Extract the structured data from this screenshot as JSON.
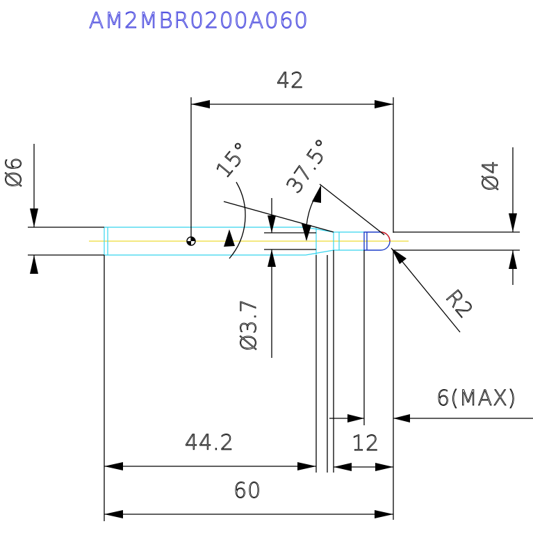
{
  "title": "AM2MBR0200A060",
  "dimensions": {
    "overall_length": "60",
    "shank_length": "44.2",
    "reference_length": "42",
    "reach_length": "12",
    "max_length": "6(MAX)",
    "shank_diameter": "Ø6",
    "neck_diameter": "Ø3.7",
    "ball_diameter": "Ø4",
    "radius": "R2",
    "angle_small": "15°",
    "angle_large": "37.5°"
  },
  "colors": {
    "part_outline": "#35d4ee",
    "centerline": "#e8d200",
    "tip_outline": "#1a3cc8",
    "tip_accent": "#d81b1b",
    "title": "#3b3bdc",
    "dimension": "#000000"
  }
}
